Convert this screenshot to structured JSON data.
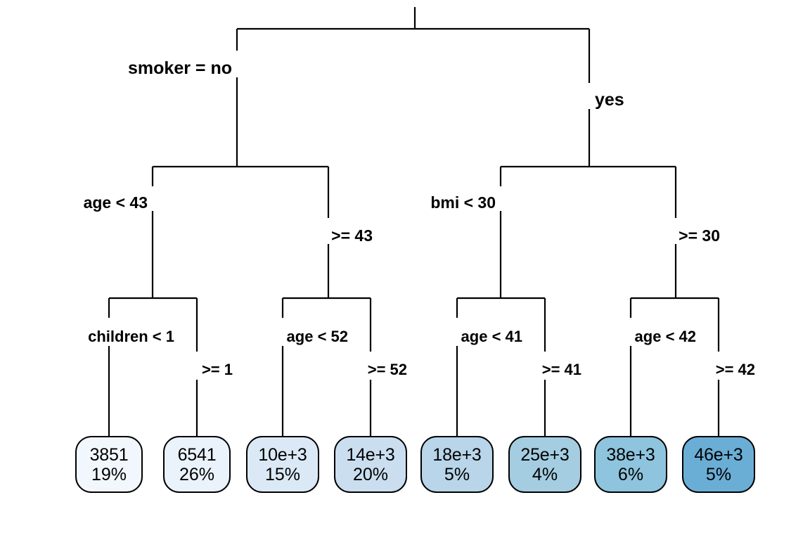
{
  "figure": {
    "type": "decision-tree",
    "title": "",
    "background_color": "#ffffff",
    "line_color": "#000000",
    "text_color": "#000000"
  },
  "chart_data": {
    "type": "tree",
    "title": "",
    "root": {
      "id": "root",
      "split_variable": "smoker",
      "left_label": "smoker = no",
      "right_label": "yes"
    },
    "splits": [
      {
        "id": "n2",
        "label_left": "smoker = no",
        "label_right": "yes",
        "depth": 1
      },
      {
        "id": "n4",
        "label_left": "age < 43",
        "label_right": ">= 43",
        "depth": 2
      },
      {
        "id": "n5",
        "label_left": "bmi < 30",
        "label_right": ">= 30",
        "depth": 2
      },
      {
        "id": "n8",
        "label_left": "children < 1",
        "label_right": ">= 1",
        "depth": 3
      },
      {
        "id": "n9",
        "label_left": "age < 52",
        "label_right": ">= 52",
        "depth": 3
      },
      {
        "id": "n10",
        "label_left": "age < 41",
        "label_right": ">= 41",
        "depth": 3
      },
      {
        "id": "n11",
        "label_left": "age < 42",
        "label_right": ">= 42",
        "depth": 3
      }
    ],
    "leaves": [
      {
        "id": "leaf1",
        "value": "3851",
        "percent": "19%",
        "fill": "#f2f7fd",
        "numeric_value": 3851,
        "numeric_percent": 19
      },
      {
        "id": "leaf2",
        "value": "6541",
        "percent": "26%",
        "fill": "#eaf2fb",
        "numeric_value": 6541,
        "numeric_percent": 26
      },
      {
        "id": "leaf3",
        "value": "10e+3",
        "percent": "15%",
        "fill": "#dbe9f6",
        "numeric_value": 10000,
        "numeric_percent": 15
      },
      {
        "id": "leaf4",
        "value": "14e+3",
        "percent": "20%",
        "fill": "#cadef0",
        "numeric_value": 14000,
        "numeric_percent": 20
      },
      {
        "id": "leaf5",
        "value": "18e+3",
        "percent": "5%",
        "fill": "#b8d5e9",
        "numeric_value": 18000,
        "numeric_percent": 5
      },
      {
        "id": "leaf6",
        "value": "25e+3",
        "percent": "4%",
        "fill": "#a4cde1",
        "numeric_value": 25000,
        "numeric_percent": 4
      },
      {
        "id": "leaf7",
        "value": "38e+3",
        "percent": "6%",
        "fill": "#8ec4dd",
        "numeric_value": 38000,
        "numeric_percent": 6
      },
      {
        "id": "leaf8",
        "value": "46e+3",
        "percent": "5%",
        "fill": "#6aaed6",
        "numeric_value": 46000,
        "numeric_percent": 5
      }
    ],
    "legend": [],
    "notes": "rpart-style regression tree; leaf boxes show predicted value and node share of data; fill intensity encodes predicted value"
  },
  "labels": {
    "smoker_no": "smoker = no",
    "smoker_yes": "yes",
    "age_lt_43": "age < 43",
    "age_ge_43": ">= 43",
    "bmi_lt_30": "bmi < 30",
    "bmi_ge_30": ">= 30",
    "children_lt_1": "children < 1",
    "children_ge_1": ">= 1",
    "age_lt_52": "age < 52",
    "age_ge_52": ">= 52",
    "age_lt_41": "age < 41",
    "age_ge_41": ">= 41",
    "age_lt_42": "age < 42",
    "age_ge_42": ">= 42"
  },
  "leaf_text": {
    "l1_value": "3851",
    "l1_pct": "19%",
    "l2_value": "6541",
    "l2_pct": "26%",
    "l3_value": "10e+3",
    "l3_pct": "15%",
    "l4_value": "14e+3",
    "l4_pct": "20%",
    "l5_value": "18e+3",
    "l5_pct": "5%",
    "l6_value": "25e+3",
    "l6_pct": "4%",
    "l7_value": "38e+3",
    "l7_pct": "6%",
    "l8_value": "46e+3",
    "l8_pct": "5%"
  }
}
